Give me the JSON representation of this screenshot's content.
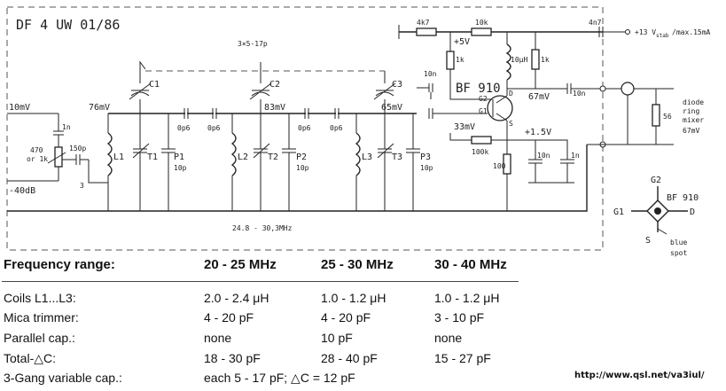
{
  "title": "DF 4 UW 01/86",
  "supply_label": "+13 V",
  "supply_sub": "stab",
  "supply_tail": "/max.15mA",
  "input_level": "10mV",
  "input_atten": "-40dB",
  "levels": {
    "l1": "76mV",
    "l2": "83mV",
    "l3": "65mV",
    "drain": "67mV",
    "source": "33mV"
  },
  "labels": {
    "c1": "C1",
    "c2": "C2",
    "c3": "C3",
    "l1": "L1",
    "l2": "L2",
    "l3": "L3",
    "t1": "T1",
    "t2": "T2",
    "t3": "T3",
    "p1": "P1",
    "p2": "P2",
    "p3": "P3",
    "p_val": "10p",
    "cap_0p6": "0p6",
    "cap_1n": "1n",
    "cap_10n": "10n",
    "cap_150p": "150p",
    "r_470": "470",
    "r_or": "or 1k",
    "tap_3": "3",
    "r_4k7": "4k7",
    "r_10k": "10k",
    "r_1k": "1k",
    "r_100k": "100k",
    "r_100": "100",
    "r_56": "56",
    "l_10u": "10μH",
    "c_4n7": "4n7",
    "v_5": "+5V",
    "v_15": "+1.5V",
    "gang": "3×5-17p",
    "range": "24.8 - 30,3MHz",
    "g2": "G2",
    "g1": "G1",
    "d": "D",
    "s": "S",
    "transistor": "BF 910",
    "mixer": [
      "diode",
      "ring",
      "mixer",
      "67mV"
    ],
    "pin_g2": "G2",
    "pin_g1": "G1",
    "pin_d": "D",
    "pin_s": "S",
    "pinout_name": "BF 910",
    "blue": "blue",
    "spot": "spot"
  },
  "table": {
    "header": [
      "Frequency range:",
      "20 - 25 MHz",
      "25 - 30 MHz",
      "30 - 40 MHz"
    ],
    "rows": [
      [
        "Coils L1...L3:",
        "2.0 - 2.4 μH",
        "1.0 - 1.2 μH",
        "1.0 - 1.2 μH"
      ],
      [
        "Mica trimmer:",
        "4 - 20 pF",
        "4 - 20 pF",
        "3 - 10 pF"
      ],
      [
        "Parallel cap.:",
        "none",
        "10 pF",
        "none"
      ],
      [
        "Total-△C:",
        "18 - 30 pF",
        "28 - 40 pF",
        "15 - 27 pF"
      ],
      [
        "3-Gang variable cap.:",
        "each 5 - 17 pF; △C = 12 pF",
        "",
        ""
      ]
    ]
  },
  "url": "http://www.qsl.net/va3iul/"
}
